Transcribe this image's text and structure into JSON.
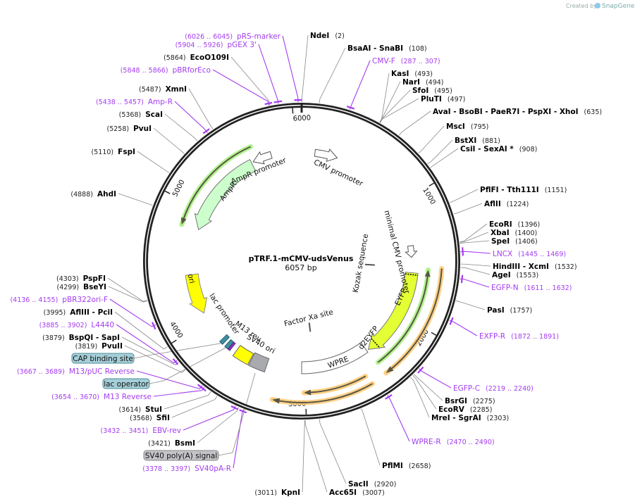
{
  "watermark": {
    "prefix": "Created by",
    "brand": "SnapGene"
  },
  "plasmid": {
    "name": "pTRF.1-mCMV-udsVenus",
    "length_label": "6057 bp",
    "length_bp": 6057
  },
  "ruler_ticks": [
    "1000",
    "2000",
    "3000",
    "4000",
    "5000",
    "6000"
  ],
  "restriction_sites": [
    {
      "name": "NdeI",
      "pos": 2
    },
    {
      "name": "BsaAI - SnaBI",
      "pos": 108
    },
    {
      "name": "KasI",
      "pos": 493
    },
    {
      "name": "NarI",
      "pos": 494
    },
    {
      "name": "SfoI",
      "pos": 495
    },
    {
      "name": "PluTI",
      "pos": 497
    },
    {
      "name": "AvaI - BsoBI - PaeR7I - PspXI - XhoI",
      "pos": 635
    },
    {
      "name": "MscI",
      "pos": 795
    },
    {
      "name": "BstXI",
      "pos": 881
    },
    {
      "name": "CsiI - SexAI *",
      "pos": 908
    },
    {
      "name": "PflFI - Tth111I",
      "pos": 1151
    },
    {
      "name": "AflII",
      "pos": 1224
    },
    {
      "name": "EcoRI",
      "pos": 1396
    },
    {
      "name": "XbaI",
      "pos": 1400
    },
    {
      "name": "SpeI",
      "pos": 1406
    },
    {
      "name": "HindIII - XcmI",
      "pos": 1532
    },
    {
      "name": "AgeI",
      "pos": 1553
    },
    {
      "name": "PasI",
      "pos": 1757
    },
    {
      "name": "BsrGI",
      "pos": 2275
    },
    {
      "name": "EcoRV",
      "pos": 2285
    },
    {
      "name": "MreI - SgrAI",
      "pos": 2303
    },
    {
      "name": "PflMI",
      "pos": 2658
    },
    {
      "name": "SacII",
      "pos": 2920
    },
    {
      "name": "Acc65I",
      "pos": 3007
    },
    {
      "name": "KpnI",
      "pos": 3011
    },
    {
      "name": "BsmI",
      "pos": 3421
    },
    {
      "name": "SfiI",
      "pos": 3568
    },
    {
      "name": "StuI",
      "pos": 3614
    },
    {
      "name": "PvuII",
      "pos": 3819
    },
    {
      "name": "BspQI - SapI",
      "pos": 3879
    },
    {
      "name": "AflIII - PciI",
      "pos": 3995
    },
    {
      "name": "BseYI",
      "pos": 4299
    },
    {
      "name": "PspFI",
      "pos": 4303
    },
    {
      "name": "AhdI",
      "pos": 4888
    },
    {
      "name": "FspI",
      "pos": 5110
    },
    {
      "name": "PvuI",
      "pos": 5258
    },
    {
      "name": "ScaI",
      "pos": 5368
    },
    {
      "name": "XmnI",
      "pos": 5487
    },
    {
      "name": "EcoO109I",
      "pos": 5864
    }
  ],
  "primers": [
    {
      "name": "CMV-F",
      "range": "287 .. 307"
    },
    {
      "name": "LNCX",
      "range": "1445 .. 1469"
    },
    {
      "name": "EGFP-N",
      "range": "1611 .. 1632"
    },
    {
      "name": "EXFP-R",
      "range": "1872 .. 1891"
    },
    {
      "name": "EGFP-C",
      "range": "2219 .. 2240"
    },
    {
      "name": "WPRE-R",
      "range": "2470 .. 2490"
    },
    {
      "name": "SV40pA-R",
      "range": "3378 .. 3397"
    },
    {
      "name": "EBV-rev",
      "range": "3432 .. 3451"
    },
    {
      "name": "M13 Reverse",
      "range": "3654 .. 3670"
    },
    {
      "name": "M13/pUC Reverse",
      "range": "3667 .. 3689"
    },
    {
      "name": "L4440",
      "range": "3885 .. 3902"
    },
    {
      "name": "pBR322ori-F",
      "range": "4136 .. 4155"
    },
    {
      "name": "Amp-R",
      "range": "5438 .. 5457"
    },
    {
      "name": "pBRforEco",
      "range": "5848 .. 5866"
    },
    {
      "name": "pGEX 3'",
      "range": "5904 .. 5926"
    },
    {
      "name": "pRS-marker",
      "range": "6026 .. 6045"
    }
  ],
  "outside_features": [
    {
      "name": "CAP binding site",
      "color": "#a6cfd8"
    },
    {
      "name": "lac operator",
      "color": "#a6cfd8"
    },
    {
      "name": "SV40 poly(A) signal",
      "color": "#c4c4c8"
    }
  ],
  "features": [
    {
      "name": "CMV promoter",
      "color": "#ffffff"
    },
    {
      "name": "AmpR promoter",
      "color": "#ffffff"
    },
    {
      "name": "AmpR",
      "color": "#ccffcc"
    },
    {
      "name": "ori",
      "color": "#ffff00"
    },
    {
      "name": "lac promoter",
      "color": "#3d8fa0"
    },
    {
      "name": "M13 rev",
      "color": "#9933cc"
    },
    {
      "name": "SV40 ori",
      "color": "#ffff00"
    },
    {
      "name": "Factor Xa site",
      "color": "#555555"
    },
    {
      "name": "Kozak sequence",
      "color": "#555555"
    },
    {
      "name": "minimal CMV promoter",
      "color": "#ffffff"
    },
    {
      "name": "EYFP",
      "color": "#e4ff33"
    },
    {
      "name": "d2EYFP",
      "color": "#e4ff33"
    },
    {
      "name": "WPRE",
      "color": "#ffffff"
    }
  ],
  "colors": {
    "primer": "#a43cf0",
    "ring": "#222222",
    "orf_green": "#a6f07a",
    "orf_orange": "#ffc870"
  }
}
